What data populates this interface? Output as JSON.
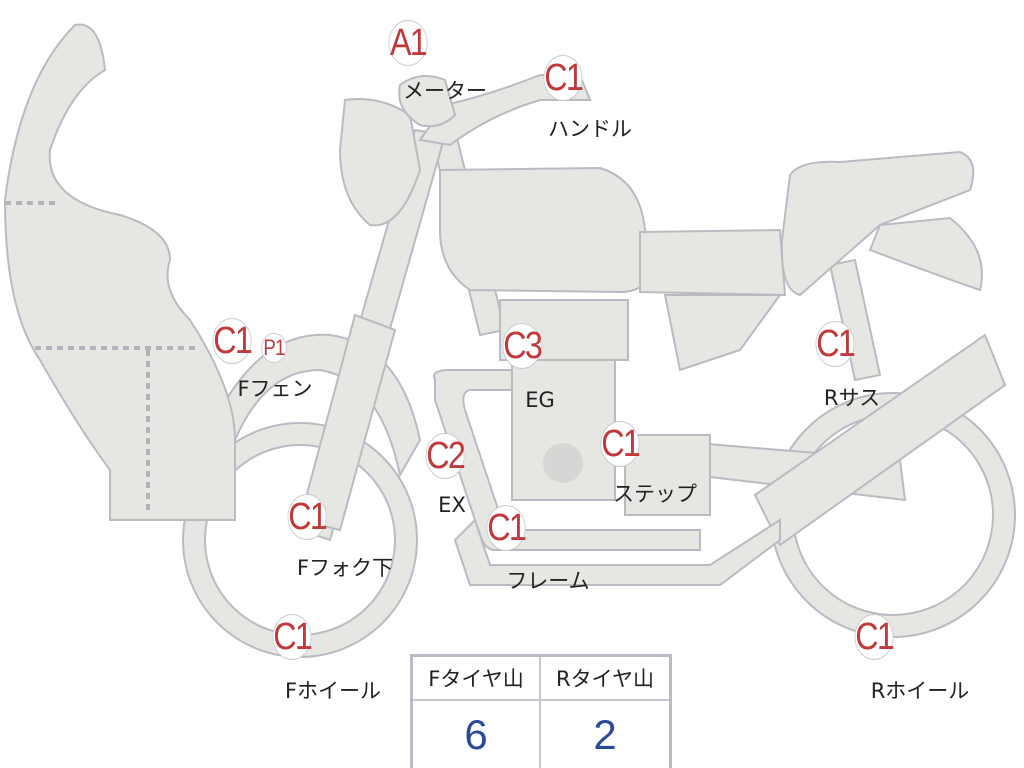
{
  "parts": [
    {
      "id": "meter",
      "grade": "A1",
      "label": "メーター"
    },
    {
      "id": "handle",
      "grade": "C1",
      "label": "ハンドル"
    },
    {
      "id": "f-fender",
      "grade": "C1",
      "extra_grade": "P1",
      "label": "Fフェン"
    },
    {
      "id": "engine",
      "grade": "C3",
      "label": "EG"
    },
    {
      "id": "r-suspension",
      "grade": "C1",
      "label": "Rサス"
    },
    {
      "id": "exhaust",
      "grade": "C2",
      "label": "EX"
    },
    {
      "id": "step",
      "grade": "C1",
      "label": "ステップ"
    },
    {
      "id": "f-fork-lower",
      "grade": "C1",
      "label": "Fフォク下"
    },
    {
      "id": "frame",
      "grade": "C1",
      "label": "フレーム"
    },
    {
      "id": "f-wheel",
      "grade": "C1",
      "label": "Fホイール"
    },
    {
      "id": "r-wheel",
      "grade": "C1",
      "label": "Rホイール"
    }
  ],
  "tire_table": {
    "headers": [
      "Fタイヤ山",
      "Rタイヤ山"
    ],
    "values": [
      "6",
      "2"
    ]
  },
  "colors": {
    "grade": "#c0393b",
    "value": "#2a4a9a",
    "body": "#e6e6e3",
    "outline": "#b8bcc2"
  }
}
